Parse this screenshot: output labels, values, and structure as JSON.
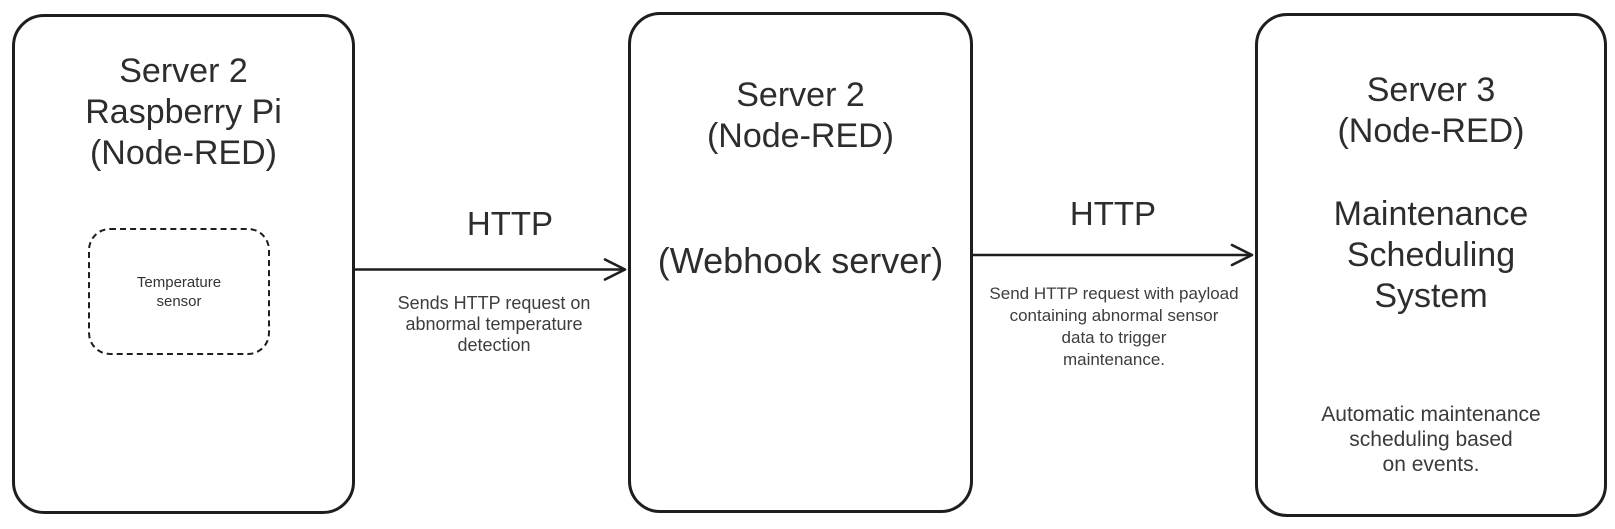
{
  "nodes": {
    "node1": {
      "title": "Server 2\nRaspberry Pi\n(Node-RED)",
      "sensor_label": "Temperature\nsensor"
    },
    "node2": {
      "title": "Server 2\n(Node-RED)",
      "subtitle": "(Webhook server)"
    },
    "node3": {
      "title": "Server 3\n(Node-RED)",
      "subtitle": "Maintenance\nScheduling\nSystem",
      "description": "Automatic maintenance\nscheduling based\non events."
    }
  },
  "edges": {
    "edge1": {
      "protocol": "HTTP",
      "description": "Sends HTTP request on\nabnormal temperature\ndetection"
    },
    "edge2": {
      "protocol": "HTTP",
      "description": "Send HTTP request with payload\ncontaining abnormal sensor\ndata to trigger\nmaintenance."
    }
  },
  "colors": {
    "stroke": "#1e1e1e",
    "text_primary": "#2d2d2d",
    "text_secondary": "#3d3d3d",
    "background": "#ffffff"
  }
}
